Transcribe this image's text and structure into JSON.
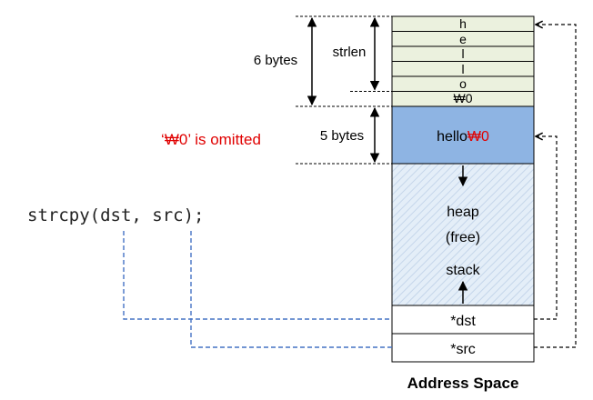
{
  "code": {
    "call": "strcpy(dst, src);"
  },
  "labels": {
    "six_bytes": "6 bytes",
    "strlen": "strlen",
    "five_bytes": "5 bytes",
    "omitted_note": "‘₩0’ is omitted",
    "address_space": "Address Space"
  },
  "memory": {
    "string_bytes": [
      "h",
      "e",
      "l",
      "l",
      "o",
      "₩0"
    ],
    "dst_block": {
      "text": "hello",
      "terminator": "₩0"
    },
    "heap_label": "heap",
    "free_label": "(free)",
    "stack_label": "stack",
    "dst_pointer": "*dst",
    "src_pointer": "*src"
  },
  "colors": {
    "string_region": "#EBF1DE",
    "dst_region": "#8EB4E3",
    "heap_region": "#E4EEF8",
    "dashed_blue": "#4472C4",
    "note_red": "#E00000",
    "terminator_red": "#E00000"
  }
}
